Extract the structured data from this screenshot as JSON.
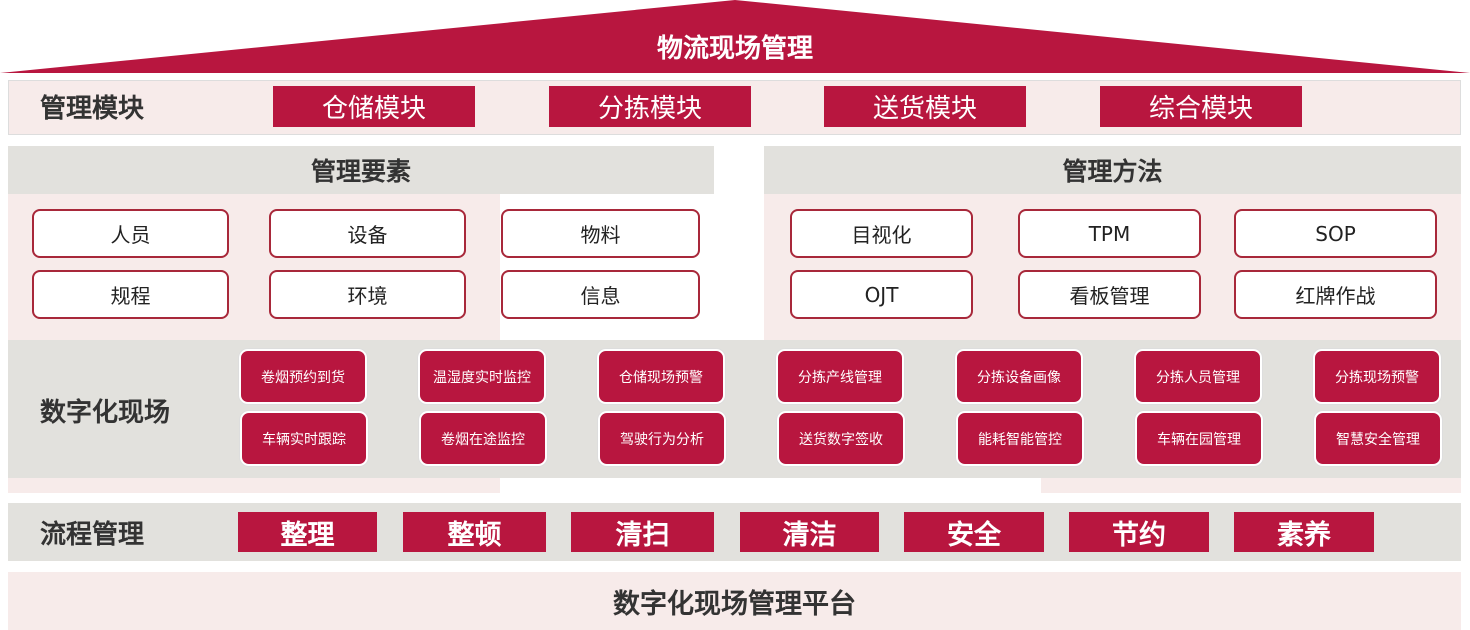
{
  "title": "物流现场管理",
  "modules": {
    "label": "管理模块",
    "items": [
      "仓储模块",
      "分拣模块",
      "送货模块",
      "综合模块"
    ]
  },
  "elements": {
    "header": "管理要素",
    "items": [
      "人员",
      "设备",
      "物料",
      "规程",
      "环境",
      "信息"
    ]
  },
  "methods": {
    "header": "管理方法",
    "items": [
      "目视化",
      "TPM",
      "SOP",
      "OJT",
      "看板管理",
      "红牌作战"
    ]
  },
  "digital": {
    "label": "数字化现场",
    "row1": [
      "卷烟预约到货",
      "温湿度实时监控",
      "仓储现场预警",
      "分拣产线管理",
      "分拣设备画像",
      "分拣人员管理",
      "分拣现场预警"
    ],
    "row2": [
      "车辆实时跟踪",
      "卷烟在途监控",
      "驾驶行为分析",
      "送货数字签收",
      "能耗智能管控",
      "车辆在园管理",
      "智慧安全管理"
    ]
  },
  "process": {
    "label": "流程管理",
    "items": [
      "整理",
      "整顿",
      "清扫",
      "清洁",
      "安全",
      "节约",
      "素养"
    ]
  },
  "platform": "数字化现场管理平台",
  "colors": {
    "accent": "#b8163f",
    "pink": "#f7ebea",
    "gray": "#e2e1dd"
  }
}
